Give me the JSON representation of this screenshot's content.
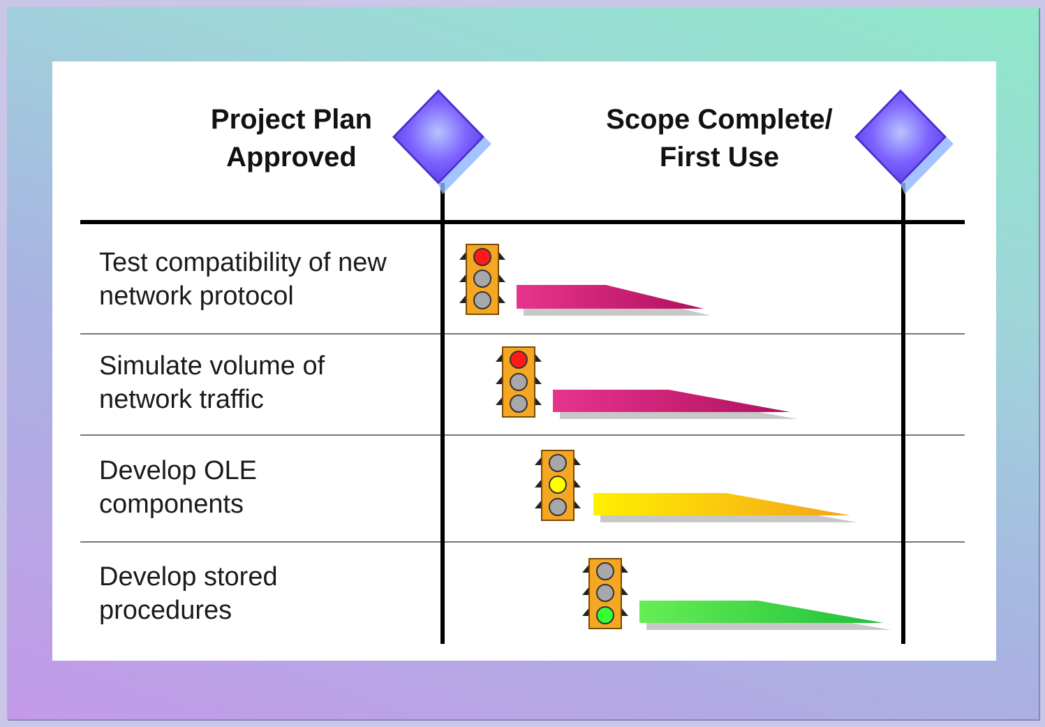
{
  "milestones": [
    {
      "label": "Project Plan\nApproved"
    },
    {
      "label": "Scope Complete/\nFirst Use"
    }
  ],
  "tasks": [
    {
      "label": "Test compatibility of new\nnetwork protocol",
      "signal": "red",
      "bar_color": "#d4247a"
    },
    {
      "label": "Simulate volume of\nnetwork traffic",
      "signal": "red",
      "bar_color": "#d4247a"
    },
    {
      "label": "Develop OLE\ncomponents",
      "signal": "yellow",
      "bar_color": "#f5d400"
    },
    {
      "label": "Develop stored\nprocedures",
      "signal": "green",
      "bar_color": "#4fd44a"
    }
  ],
  "colors": {
    "milestone_diamond": "#7b5cff",
    "traffic_light_housing": "#f5a623",
    "lamp_off": "#a8a8a8",
    "lamp_red": "#ff1a1a",
    "lamp_yellow": "#ffff00",
    "lamp_green": "#33ff33"
  }
}
